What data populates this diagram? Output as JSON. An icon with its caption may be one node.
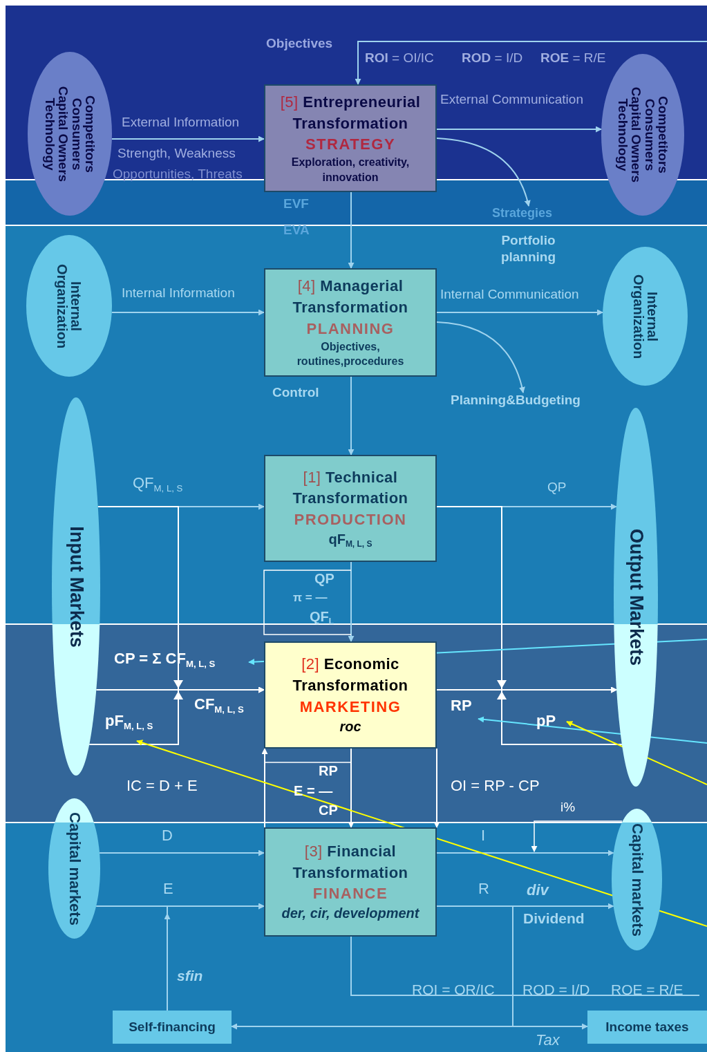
{
  "diagram": {
    "nodes": [
      {
        "text": [
          "Competitors Consumers Capital Owners Technology"
        ]
      },
      {
        "text": [
          "[5]",
          "Entrepreneurial Transformation",
          "STRATEGY",
          "Exploration, creativity, innovation"
        ]
      },
      {
        "text": [
          "Competitors Consumers Capital Owners Technology"
        ]
      },
      {
        "text": [
          "Internal Organization"
        ]
      },
      {
        "text": [
          "[4]",
          "Managerial Transformation",
          "PLANNING",
          "Objectives, routines,procedures"
        ]
      },
      {
        "text": [
          "Internal Organization"
        ]
      },
      {
        "text": [
          "Input Markets"
        ]
      },
      {
        "text": [
          "[1]",
          "Technical Transformation",
          "PRODUCTION",
          "qF$_{M, L, S}$"
        ]
      },
      {
        "text": [
          "Output Markets"
        ]
      },
      {
        "text": [
          "[2]",
          "Economic Transformation",
          "MARKETING",
          "roc"
        ]
      },
      {
        "text": [
          "Capital markets"
        ]
      },
      {
        "text": [
          "[3]",
          "Financial Transformation",
          "FINANCE",
          "der, cir, development"
        ]
      },
      {
        "text": [
          "Capital markets"
        ]
      },
      {
        "text": [
          "Self-financing"
        ]
      },
      {
        "text": [
          "Income taxes"
        ]
      },
      {
        "text": [
          "Strategies"
        ]
      },
      {
        "text": [
          "Planning&Budgeting"
        ]
      },
      {
        "text": [
          "CP = Σ CF$_{M, L, S}$"
        ]
      },
      {
        "text": [
          "pF$_{M, L, S}$"
        ]
      },
      {
        "text": [
          "RP"
        ]
      },
      {
        "text": [
          "pP"
        ]
      }
    ],
    "edges": [
      {
        "from": 0,
        "to": 1,
        "arrow": "to",
        "label": "External Information"
      },
      {
        "from": 1,
        "to": 2,
        "arrow": "to",
        "label": "External Communication"
      },
      {
        "from": null,
        "to": 1,
        "arrow": "to"
      },
      {
        "from": 1,
        "to": 15,
        "arrow": "to"
      },
      {
        "from": 1,
        "to": 4,
        "arrow": "to"
      },
      {
        "from": 3,
        "to": 4,
        "arrow": "to",
        "label": "Internal Information"
      },
      {
        "from": 4,
        "to": 5,
        "arrow": "to",
        "label": "Internal Communication"
      },
      {
        "from": 4,
        "to": 16,
        "arrow": "to"
      },
      {
        "from": 4,
        "to": 7,
        "arrow": "to",
        "label": "Control"
      },
      {
        "from": 6,
        "to": 7,
        "arrow": "to",
        "label": "QF$_{M, L, S}$"
      },
      {
        "from": 7,
        "to": 8,
        "arrow": "to",
        "label": "QP"
      },
      {
        "from": 7,
        "to": 9,
        "arrow": "to"
      },
      {
        "from": 6,
        "to": 9,
        "arrow": "to",
        "label": "CF$_{M, L, S}$",
        "color": "#ffffff"
      },
      {
        "from": 9,
        "to": 8,
        "arrow": "to",
        "color": "#ffffff"
      },
      {
        "from": 9,
        "to": 11,
        "arrow": "to",
        "color": "#ffffff"
      },
      {
        "from": 11,
        "to": 9,
        "arrow": "to",
        "color": "#ffffff"
      },
      {
        "from": 9,
        "to": 11,
        "arrow": "to",
        "label": "OI = RP - CP",
        "color": "#ffffff"
      },
      {
        "from": 10,
        "to": 11,
        "arrow": "to",
        "label": "D"
      },
      {
        "from": 10,
        "to": 11,
        "arrow": "to",
        "label": "E"
      },
      {
        "from": 11,
        "to": 12,
        "arrow": "to",
        "label": "I"
      },
      {
        "from": 11,
        "to": 12,
        "arrow": "to",
        "label": "R"
      },
      {
        "from": 11,
        "to": 13,
        "arrow": "to"
      },
      {
        "from": 11,
        "to": 14,
        "arrow": "to"
      },
      {
        "from": 13,
        "to": 11,
        "arrow": "to",
        "label": "sfin"
      },
      {
        "from": 11,
        "to": null,
        "arrow": "none"
      },
      {
        "from": 6,
        "to": 9,
        "arrow": "to",
        "color": "#ffffff"
      },
      {
        "from": 6,
        "to": 9,
        "arrow": "to",
        "color": "#ffffff"
      },
      {
        "from": 7,
        "to": 8,
        "arrow": "to",
        "color": "#ffffff"
      },
      {
        "from": 8,
        "to": 8,
        "arrow": "to",
        "color": "#ffffff"
      },
      {
        "from": null,
        "to": 17,
        "arrow": "to",
        "color": "#66e6ff"
      },
      {
        "from": null,
        "to": 19,
        "arrow": "to",
        "color": "#66e6ff"
      },
      {
        "from": null,
        "to": 20,
        "arrow": "to",
        "color": "#ffff00"
      },
      {
        "from": null,
        "to": 18,
        "arrow": "to",
        "color": "#ffff00"
      }
    ],
    "labels": [
      "Objectives",
      "**ROI** = OI/IC",
      "**ROD** = I/D",
      "**ROE** = R/E",
      "Strength, Weakness",
      "Opportunities, Threats",
      "EVF",
      "EVA",
      "Portfolio planning",
      "QP",
      "π = —",
      "QF$_{L}$",
      "RP",
      "E = —",
      "CP",
      "IC = D + E",
      "i%",
      "div",
      "Dividend",
      "ROI = OR/IC",
      "ROD = I/D",
      "ROE = R/E",
      "Tax"
    ]
  }
}
